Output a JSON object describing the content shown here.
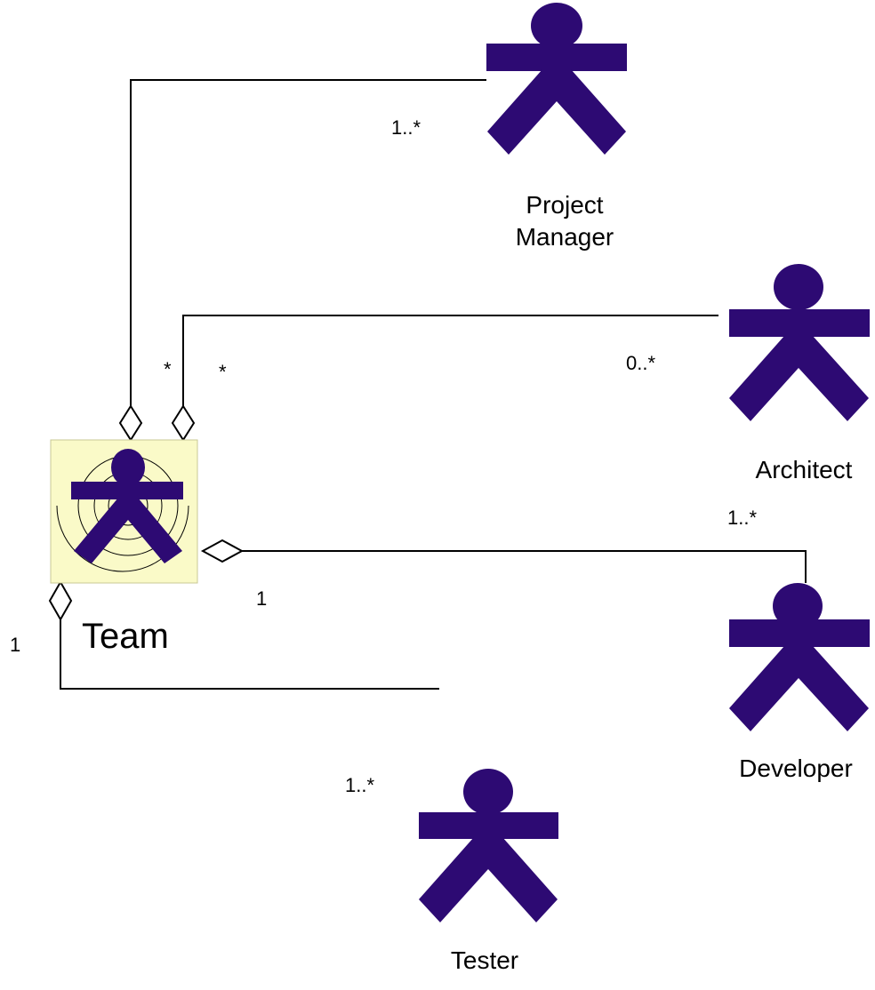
{
  "colors": {
    "actor": "#2d0a73",
    "team_box_fill": "#fafac8",
    "line": "#000000"
  },
  "team": {
    "label": "Team"
  },
  "actors": {
    "project_manager": {
      "line1": "Project",
      "line2": "Manager"
    },
    "architect": {
      "label": "Architect"
    },
    "developer": {
      "label": "Developer"
    },
    "tester": {
      "label": "Tester"
    }
  },
  "multiplicities": {
    "project_manager_end": "1..*",
    "team_end_pm": "*",
    "team_end_architect": "*",
    "architect_end": "0..*",
    "developer_end": "1..*",
    "team_end_developer": "1",
    "team_end_tester": "1",
    "tester_end": "1..*"
  }
}
